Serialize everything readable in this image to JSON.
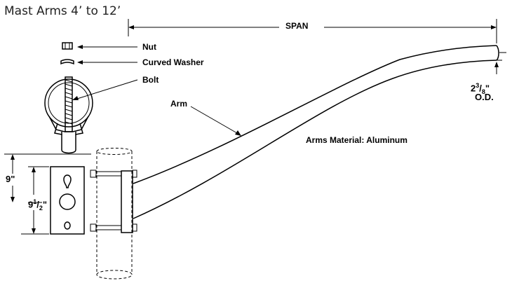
{
  "title": "Mast Arms 4’ to 12’",
  "labels": {
    "span": "SPAN",
    "nut": "Nut",
    "curved_washer": "Curved Washer",
    "bolt": "Bolt",
    "arm": "Arm",
    "material": "Arms Material: Aluminum"
  },
  "dimensions": {
    "tip_whole": "2",
    "tip_num": "3",
    "tip_den": "8",
    "tip_inch": "\"",
    "tip_od": "O.D.",
    "height_9": "9\"",
    "height_9half_whole": "9",
    "height_9half_num": "1",
    "height_9half_den": "2",
    "height_9half_inch": "\""
  }
}
